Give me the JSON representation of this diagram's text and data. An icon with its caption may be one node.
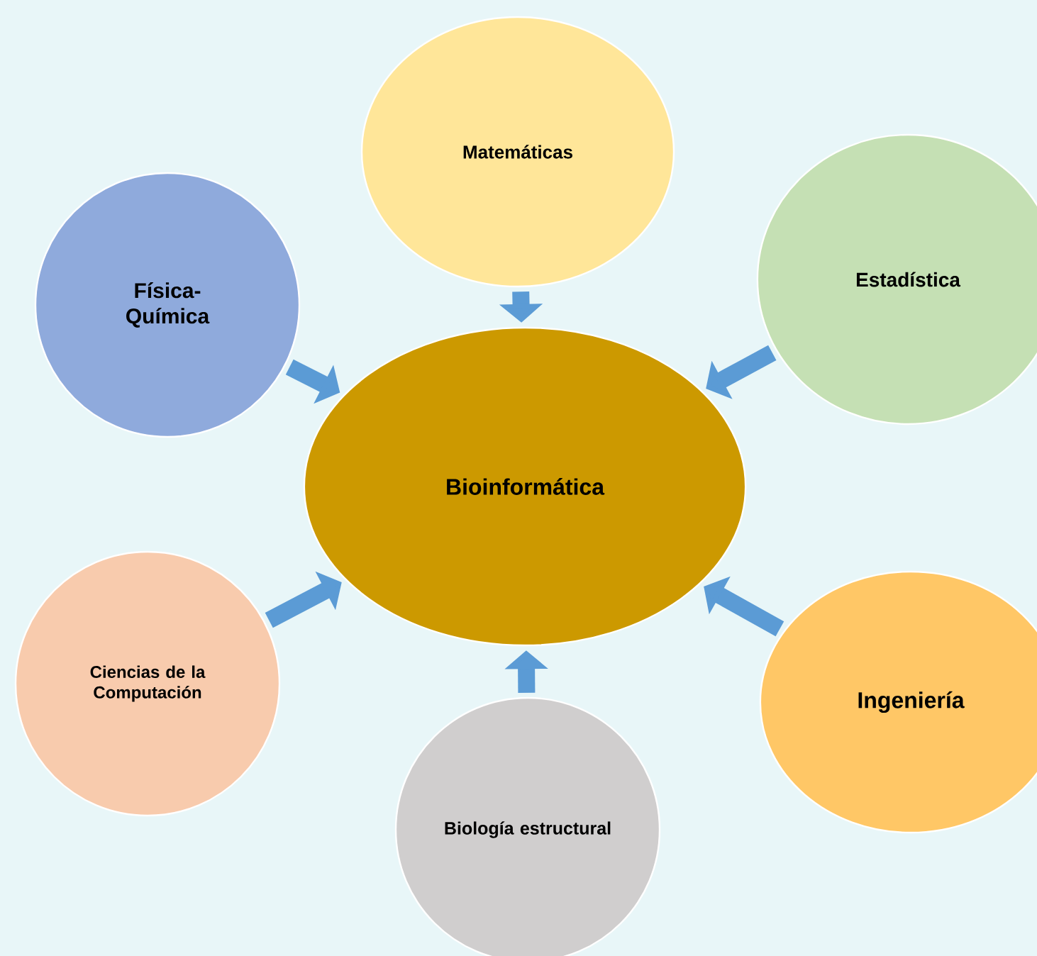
{
  "diagram": {
    "nodes": [
      {
        "text": [
          "Matemáticas"
        ]
      },
      {
        "text": [
          "Física- Química"
        ]
      },
      {
        "text": [
          "Estadística"
        ]
      },
      {
        "text": [
          "Bioinformática"
        ]
      },
      {
        "text": [
          "Ciencias de la Computación"
        ]
      },
      {
        "text": [
          "Ingeniería"
        ]
      },
      {
        "text": [
          "Biología estructural"
        ]
      }
    ],
    "edges": [
      {
        "from": 0,
        "to": 3,
        "arrow": "to"
      },
      {
        "from": 1,
        "to": 3,
        "arrow": "to"
      },
      {
        "from": 2,
        "to": 3,
        "arrow": "to"
      },
      {
        "from": 4,
        "to": 3,
        "arrow": "to"
      },
      {
        "from": 5,
        "to": 3,
        "arrow": "to"
      },
      {
        "from": 6,
        "to": 3,
        "arrow": "to"
      }
    ]
  }
}
